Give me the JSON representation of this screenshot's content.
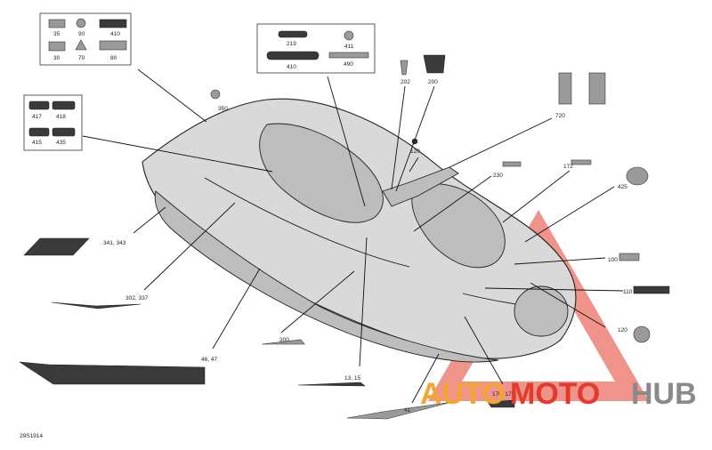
{
  "diagram_id": "29S1914",
  "callout_box_left_top": [
    "35",
    "90",
    "410",
    "30",
    "70",
    "80"
  ],
  "callout_box_center_top": [
    "219",
    "411",
    "410",
    "490"
  ],
  "callout_box_left_mid": [
    "417",
    "418",
    "415",
    "435"
  ],
  "part_labels": {
    "l350": "350",
    "l202": "202",
    "l200": "200",
    "l720": "720",
    "l120": "120",
    "l230": "230",
    "l172": "172",
    "l425": "425",
    "l341": "341, 343",
    "l100": "100",
    "l302": "302, 337",
    "l110": "110",
    "l300": "300",
    "l120b": "120",
    "l46": "46, 47",
    "l13": "13, 15",
    "l170": "170, 173",
    "l41": "41"
  },
  "logo": {
    "part1": "AUTO",
    "part2": "MOTO",
    "part3": "HUB",
    "color_red": "#e23a2b",
    "color_orange": "#f2a531",
    "color_gray": "#8a8a8a"
  }
}
